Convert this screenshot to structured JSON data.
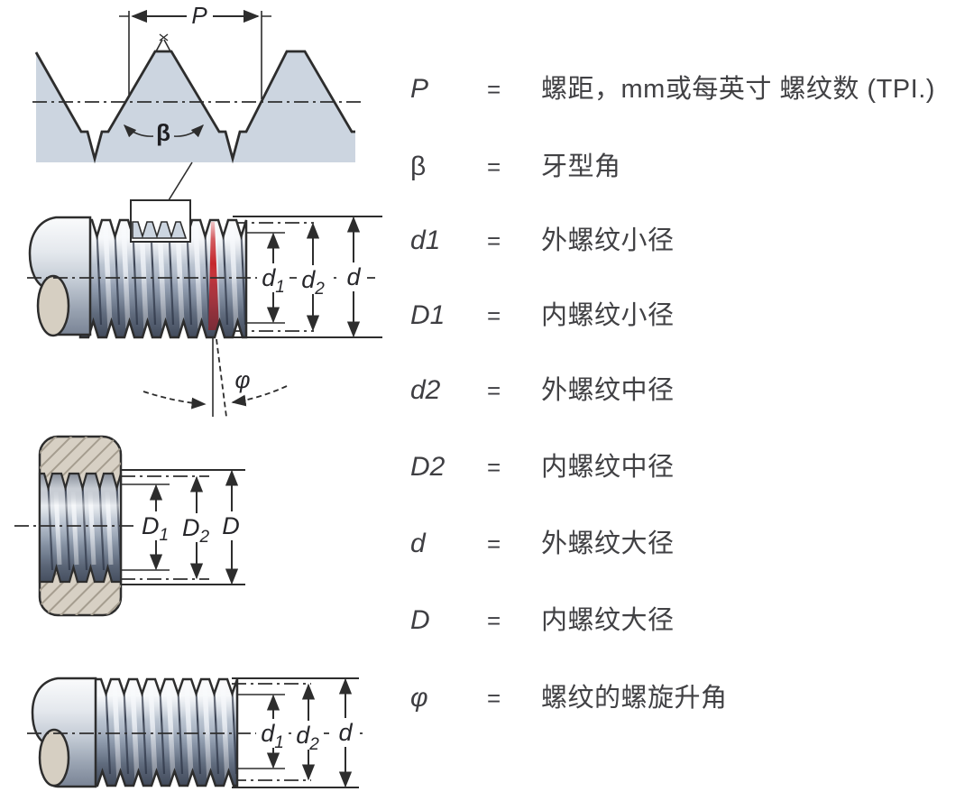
{
  "figure": {
    "legend": {
      "equals": "=",
      "rows": [
        {
          "symbol": "P",
          "meaning": "螺距，mm或每英寸 螺纹数 (TPI.)"
        },
        {
          "symbol": "β",
          "meaning": "牙型角"
        },
        {
          "symbol": "d1",
          "meaning": "外螺纹小径"
        },
        {
          "symbol": "D1",
          "meaning": "内螺纹小径"
        },
        {
          "symbol": "d2",
          "meaning": "外螺纹中径"
        },
        {
          "symbol": "D2",
          "meaning": "内螺纹中径"
        },
        {
          "symbol": "d",
          "meaning": "外螺纹大径"
        },
        {
          "symbol": "D",
          "meaning": "内螺纹大径"
        },
        {
          "symbol": "φ",
          "meaning": "螺纹的螺旋升角"
        }
      ]
    },
    "profile": {
      "pitch": "P",
      "flank_angle": "β"
    },
    "external_upper": {
      "d1_base": "d",
      "d1_sub": "1",
      "d2_base": "d",
      "d2_sub": "2",
      "d_major": "d",
      "helix_angle": "φ"
    },
    "internal": {
      "D1_base": "D",
      "D1_sub": "1",
      "D2_base": "D",
      "D2_sub": "2",
      "D_major": "D"
    },
    "external_lower": {
      "d1_base": "d",
      "d1_sub": "1",
      "d2_base": "d",
      "d2_sub": "2",
      "d_major": "d"
    },
    "colors": {
      "profile_fill": "#ccd5e0",
      "metal_mid": "#aeb9c8",
      "tan": "#d6cfc2",
      "red_flank": "#c5272d",
      "line": "#2d2d2d"
    }
  }
}
